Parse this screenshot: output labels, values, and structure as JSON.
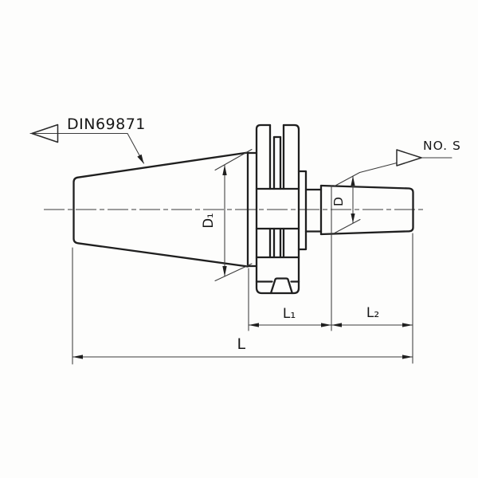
{
  "drawing": {
    "type": "technical-drawing",
    "subject": "tool holder with DIN69871 taper shank and morse taper arbor",
    "annotations": {
      "shank_standard": "DIN69871",
      "arbor_taper": "NO. S"
    },
    "dimensions": {
      "d1": "D₁",
      "d": "D",
      "l1": "L₁",
      "l2": "L₂",
      "l": "L"
    }
  },
  "colors": {
    "line_strong": "#1f1f1f",
    "line_thin": "#3c3c3c",
    "text": "#171717",
    "background": "#fdfdfc"
  }
}
